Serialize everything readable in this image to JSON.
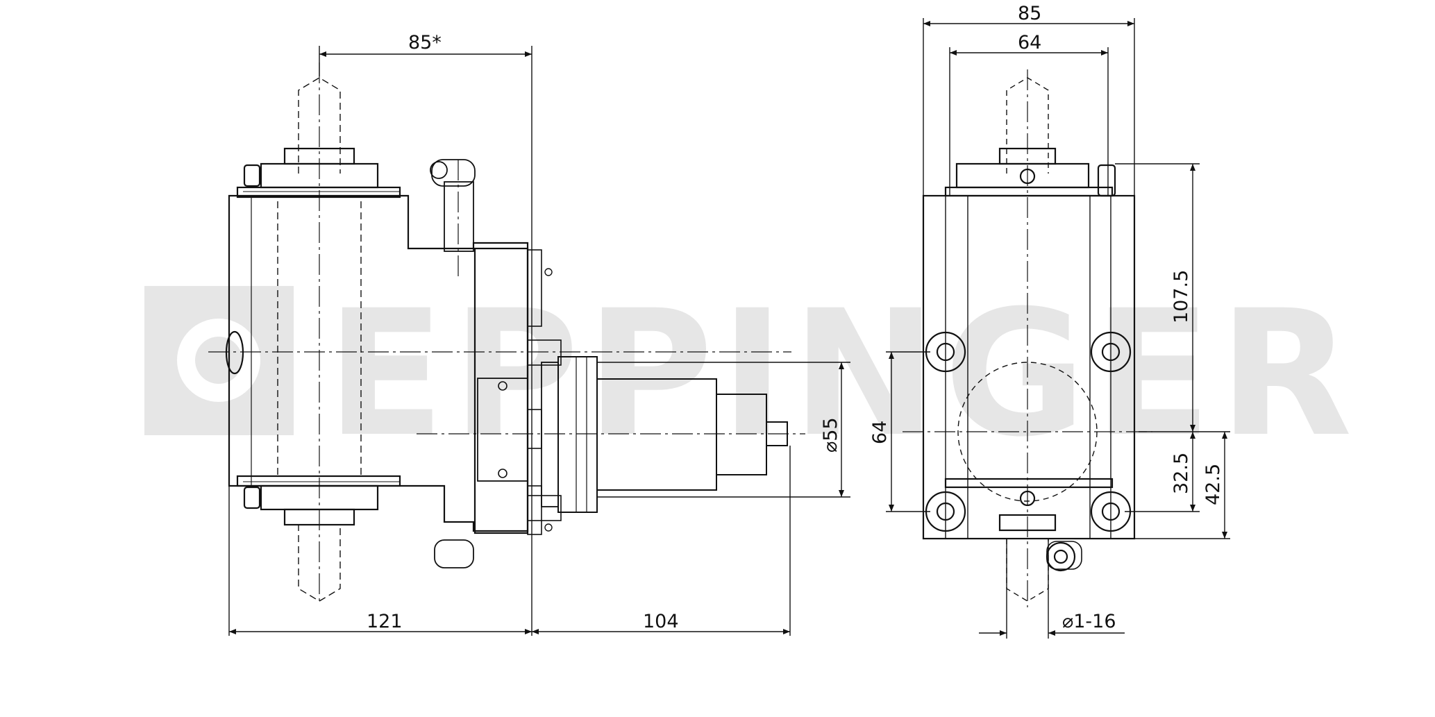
{
  "watermark": {
    "text": "EPPINGER",
    "color": "#e6e6e6"
  },
  "line_color": "#111111",
  "side_view": {
    "dim_top": "85*",
    "dim_bottom_left": "121",
    "dim_bottom_right": "104",
    "dim_diameter": "⌀55"
  },
  "front_view": {
    "dim_top_outer": "85",
    "dim_top_inner": "64",
    "dim_left": "64",
    "dim_right_tall": "107.5",
    "dim_right_short": "32.5",
    "dim_right_mid": "42.5",
    "dim_bottom": "⌀1-16"
  }
}
